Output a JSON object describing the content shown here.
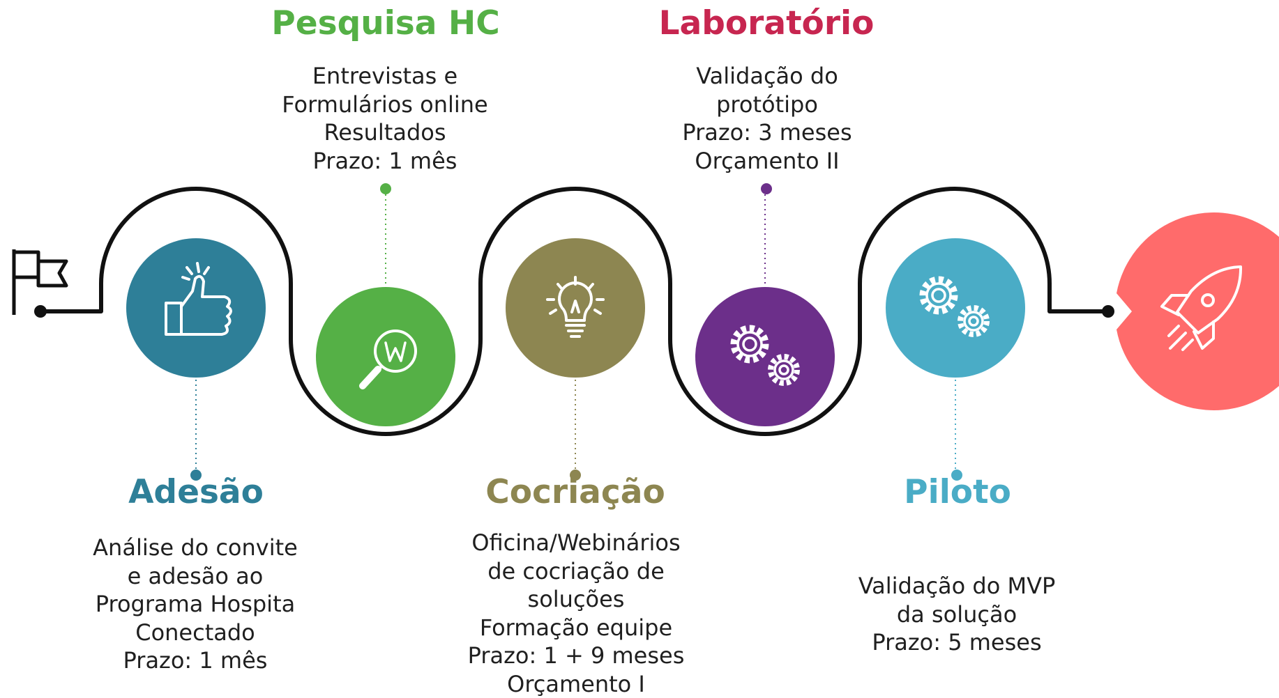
{
  "colors": {
    "adesao": "#2e7f98",
    "pesquisa": "#55b046",
    "cocriacao": "#8d8651",
    "laboratorio": "#6c2f8a",
    "piloto": "#4aacc6",
    "launch": "#ff6b6b",
    "laboratorio_title": "#c72650",
    "path": "#111111"
  },
  "stages": [
    {
      "id": "adesao",
      "title": "Adesão",
      "icon": "thumbs-up-icon",
      "lines": [
        "Análise do convite",
        "e adesão ao",
        "Programa Hospita",
        "Conectado",
        "Prazo: 1 mês"
      ]
    },
    {
      "id": "pesquisa",
      "title": "Pesquisa HC",
      "icon": "magnifier-w-icon",
      "lines": [
        "Entrevistas e",
        "Formulários online",
        "Resultados",
        "Prazo: 1 mês"
      ]
    },
    {
      "id": "cocriacao",
      "title": "Cocriação",
      "icon": "lightbulb-icon",
      "lines": [
        "Oficina/Webinários",
        "de cocriação de",
        "soluções",
        "Formação equipe",
        "Prazo: 1 +  9 meses",
        "Orçamento I"
      ]
    },
    {
      "id": "laboratorio",
      "title": "Laboratório",
      "icon": "gears-icon",
      "lines": [
        "Validação do",
        "protótipo",
        "Prazo: 3 meses",
        "Orçamento II"
      ]
    },
    {
      "id": "piloto",
      "title": "Piloto",
      "icon": "gears-icon",
      "lines": [
        "Validação do MVP",
        "da solução",
        "Prazo: 5 meses"
      ]
    }
  ],
  "start_icon": "flag-icon",
  "end_icon": "rocket-icon"
}
